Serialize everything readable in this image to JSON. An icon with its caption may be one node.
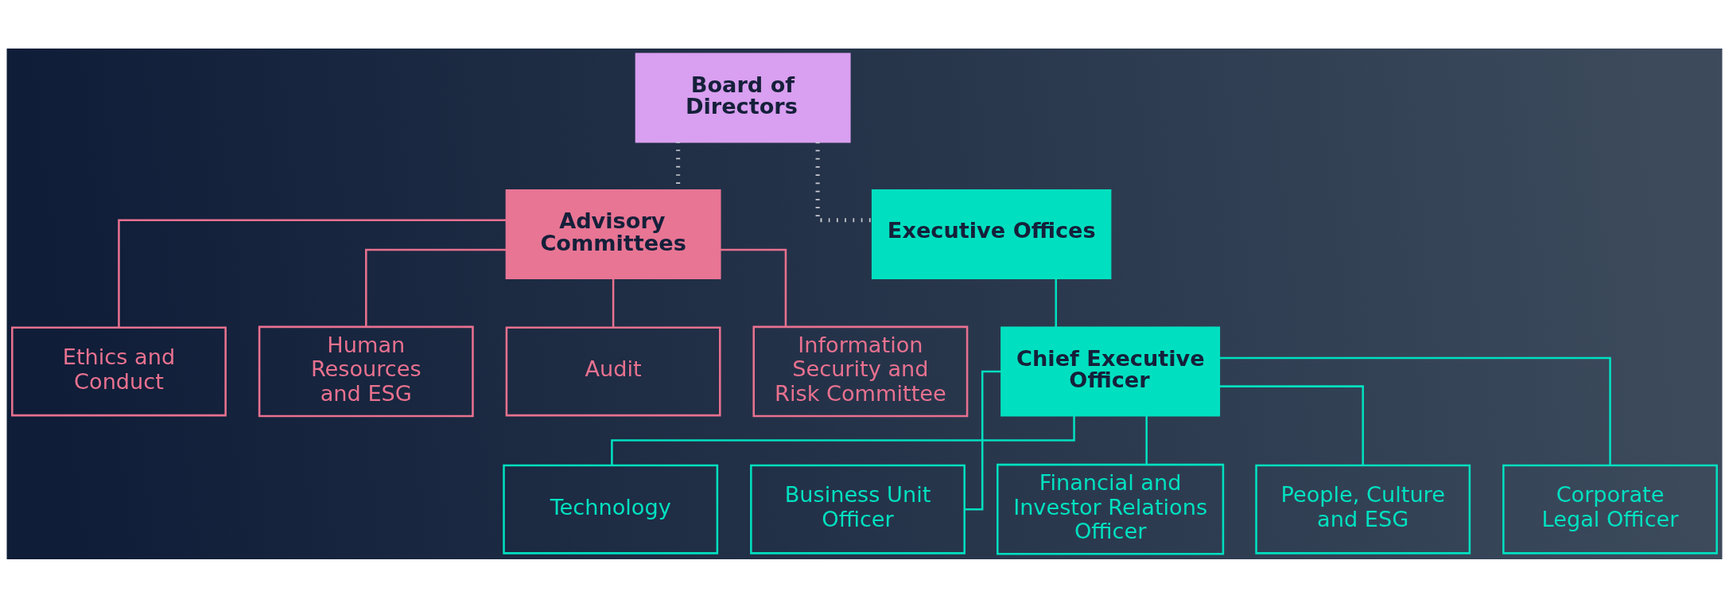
{
  "diagram": {
    "nodes": [
      {
        "text": [
          "Board of Directors"
        ]
      },
      {
        "text": [
          "Advisory Committees"
        ]
      },
      {
        "text": [
          "Ethics and Conduct"
        ]
      },
      {
        "text": [
          "Human Resources and ESG"
        ]
      },
      {
        "text": [
          "Audit"
        ]
      },
      {
        "text": [
          "Information Security and Risk Committee"
        ]
      },
      {
        "text": [
          "Executive Offices"
        ]
      },
      {
        "text": [
          "Chief Executive Officer"
        ]
      },
      {
        "text": [
          "Technology"
        ]
      },
      {
        "text": [
          "Business Unit Officer"
        ]
      },
      {
        "text": [
          "Financial and Investor Relations Officer"
        ]
      },
      {
        "text": [
          "People, Culture and ESG"
        ]
      },
      {
        "text": [
          "Corporate Legal Officer"
        ]
      }
    ],
    "edges": [
      {
        "from": 0,
        "to": 6,
        "arrow": "none",
        "style": "dashed",
        "color": "#c8ccd4"
      },
      {
        "from": 0,
        "to": 1,
        "arrow": "none",
        "style": "dashed",
        "color": "#c8ccd4"
      },
      {
        "from": 1,
        "to": 2,
        "arrow": "none",
        "color": "#e8718f"
      },
      {
        "from": 1,
        "to": 3,
        "arrow": "none",
        "color": "#e8718f"
      },
      {
        "from": 1,
        "to": 4,
        "arrow": "none",
        "color": "#e8718f"
      },
      {
        "from": 1,
        "to": 5,
        "arrow": "none",
        "color": "#e8718f"
      },
      {
        "from": 6,
        "to": 7,
        "arrow": "none"
      },
      {
        "from": 7,
        "to": 8,
        "arrow": "none"
      },
      {
        "from": 7,
        "to": 9,
        "arrow": "none"
      },
      {
        "from": 7,
        "to": 10,
        "arrow": "none"
      },
      {
        "from": 7,
        "to": 11,
        "arrow": "none"
      },
      {
        "from": 7,
        "to": 12,
        "arrow": "none"
      }
    ]
  }
}
